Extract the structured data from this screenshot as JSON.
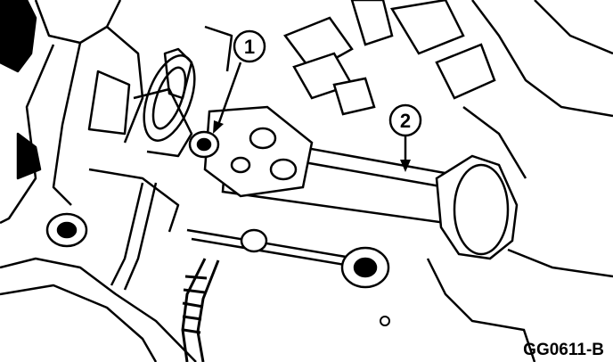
{
  "callouts": [
    {
      "label": "1"
    },
    {
      "label": "2"
    }
  ],
  "figure_code": "GG0611-B",
  "colors": {
    "ink": "#000000",
    "paper": "#ffffff"
  }
}
